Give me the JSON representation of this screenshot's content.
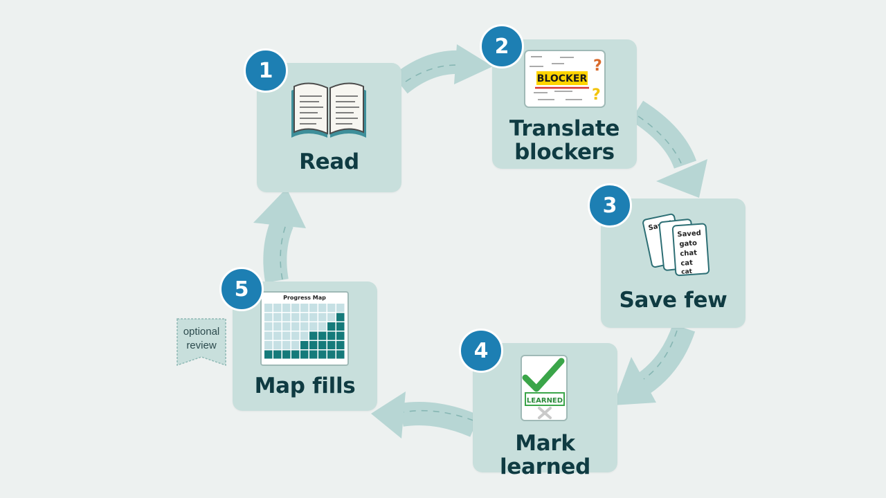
{
  "colors": {
    "background": "#edf1f0",
    "card": "#c8dfdc",
    "badge": "#1d7fb3",
    "title": "#0f3b42",
    "arrow": "#b7d6d4",
    "teal": "#157a7a",
    "check": "#3aa549",
    "highlight": "#ffd400"
  },
  "steps": [
    {
      "number": "1",
      "title": "Read",
      "icon": "open-book-icon"
    },
    {
      "number": "2",
      "title_lines": [
        "Translate",
        "blockers"
      ],
      "icon": "word-cloud-icon",
      "highlight_word": "BLOCKER"
    },
    {
      "number": "3",
      "title": "Save few",
      "icon": "flashcards-icon",
      "card_words": [
        "Saved",
        "gato",
        "chat",
        "cat",
        "cat"
      ]
    },
    {
      "number": "4",
      "title": "Mark learned",
      "icon": "learned-check-icon",
      "stamp": "LEARNED"
    },
    {
      "number": "5",
      "title": "Map fills",
      "icon": "progress-map-icon",
      "map_title": "Progress Map"
    }
  ],
  "optional_tag": {
    "lines": [
      "optional",
      "review"
    ]
  }
}
